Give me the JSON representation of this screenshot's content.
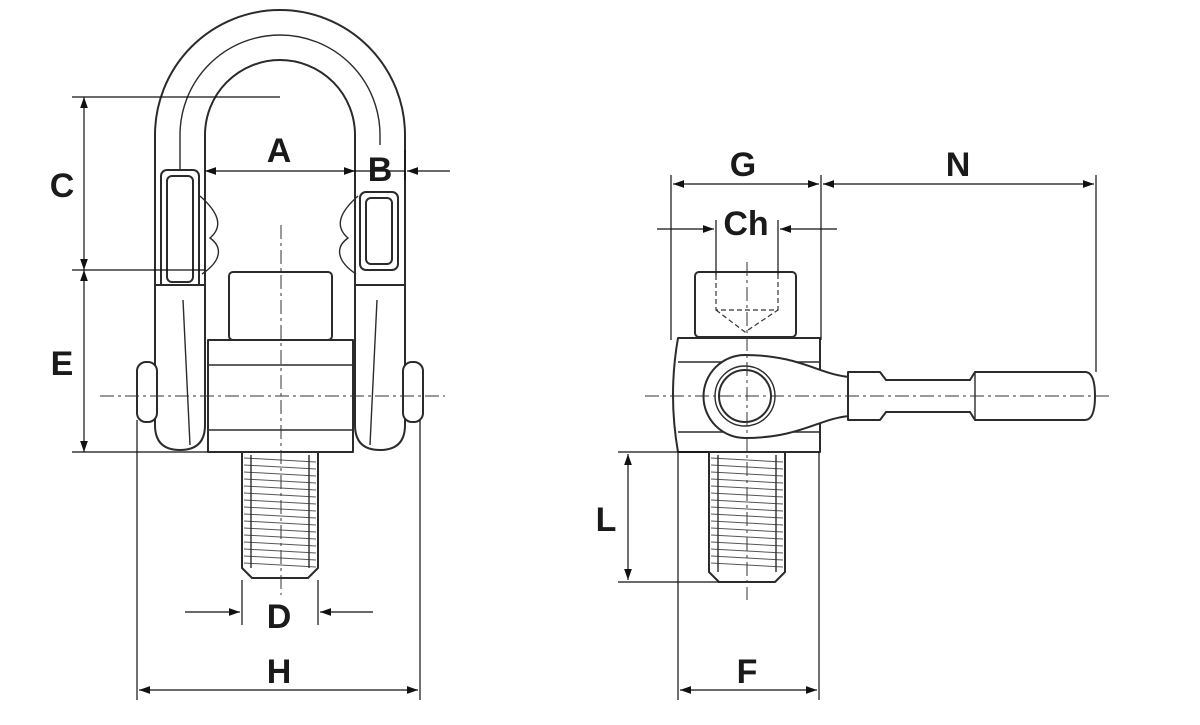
{
  "labels": {
    "A": "A",
    "B": "B",
    "C": "C",
    "D": "D",
    "E": "E",
    "H": "H",
    "G": "G",
    "Ch": "Ch",
    "N": "N",
    "L": "L",
    "F": "F"
  },
  "colors": {
    "line": "#2b2b2b",
    "background": "#ffffff"
  }
}
